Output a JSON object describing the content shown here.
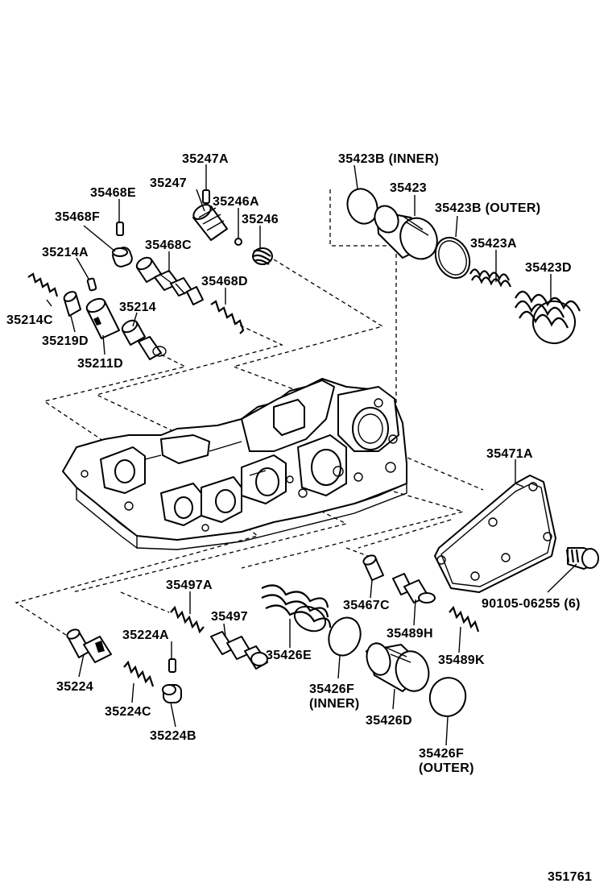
{
  "diagram": {
    "labels": {
      "p35247A": "35247A",
      "p35247": "35247",
      "p35246A": "35246A",
      "p35246": "35246",
      "p35468E": "35468E",
      "p35468F": "35468F",
      "p35468C": "35468C",
      "p35214A": "35214A",
      "p35468D": "35468D",
      "p35214": "35214",
      "p35214C": "35214C",
      "p35219D": "35219D",
      "p35211D": "35211D",
      "p35423B_inner": "35423B (INNER)",
      "p35423": "35423",
      "p35423B_outer": "35423B (OUTER)",
      "p35423A": "35423A",
      "p35423D": "35423D",
      "p35471A": "35471A",
      "p90105": "90105-06255 (6)",
      "p35497A": "35497A",
      "p35497": "35497",
      "p35224A": "35224A",
      "p35224": "35224",
      "p35224C": "35224C",
      "p35224B": "35224B",
      "p35426E": "35426E",
      "p35426F_inner_1": "35426F",
      "p35426F_inner_2": "(INNER)",
      "p35467C": "35467C",
      "p35489H": "35489H",
      "p35489K": "35489K",
      "p35426D": "35426D",
      "p35426F_outer_1": "35426F",
      "p35426F_outer_2": "(OUTER)",
      "figure_number": "351761"
    }
  }
}
